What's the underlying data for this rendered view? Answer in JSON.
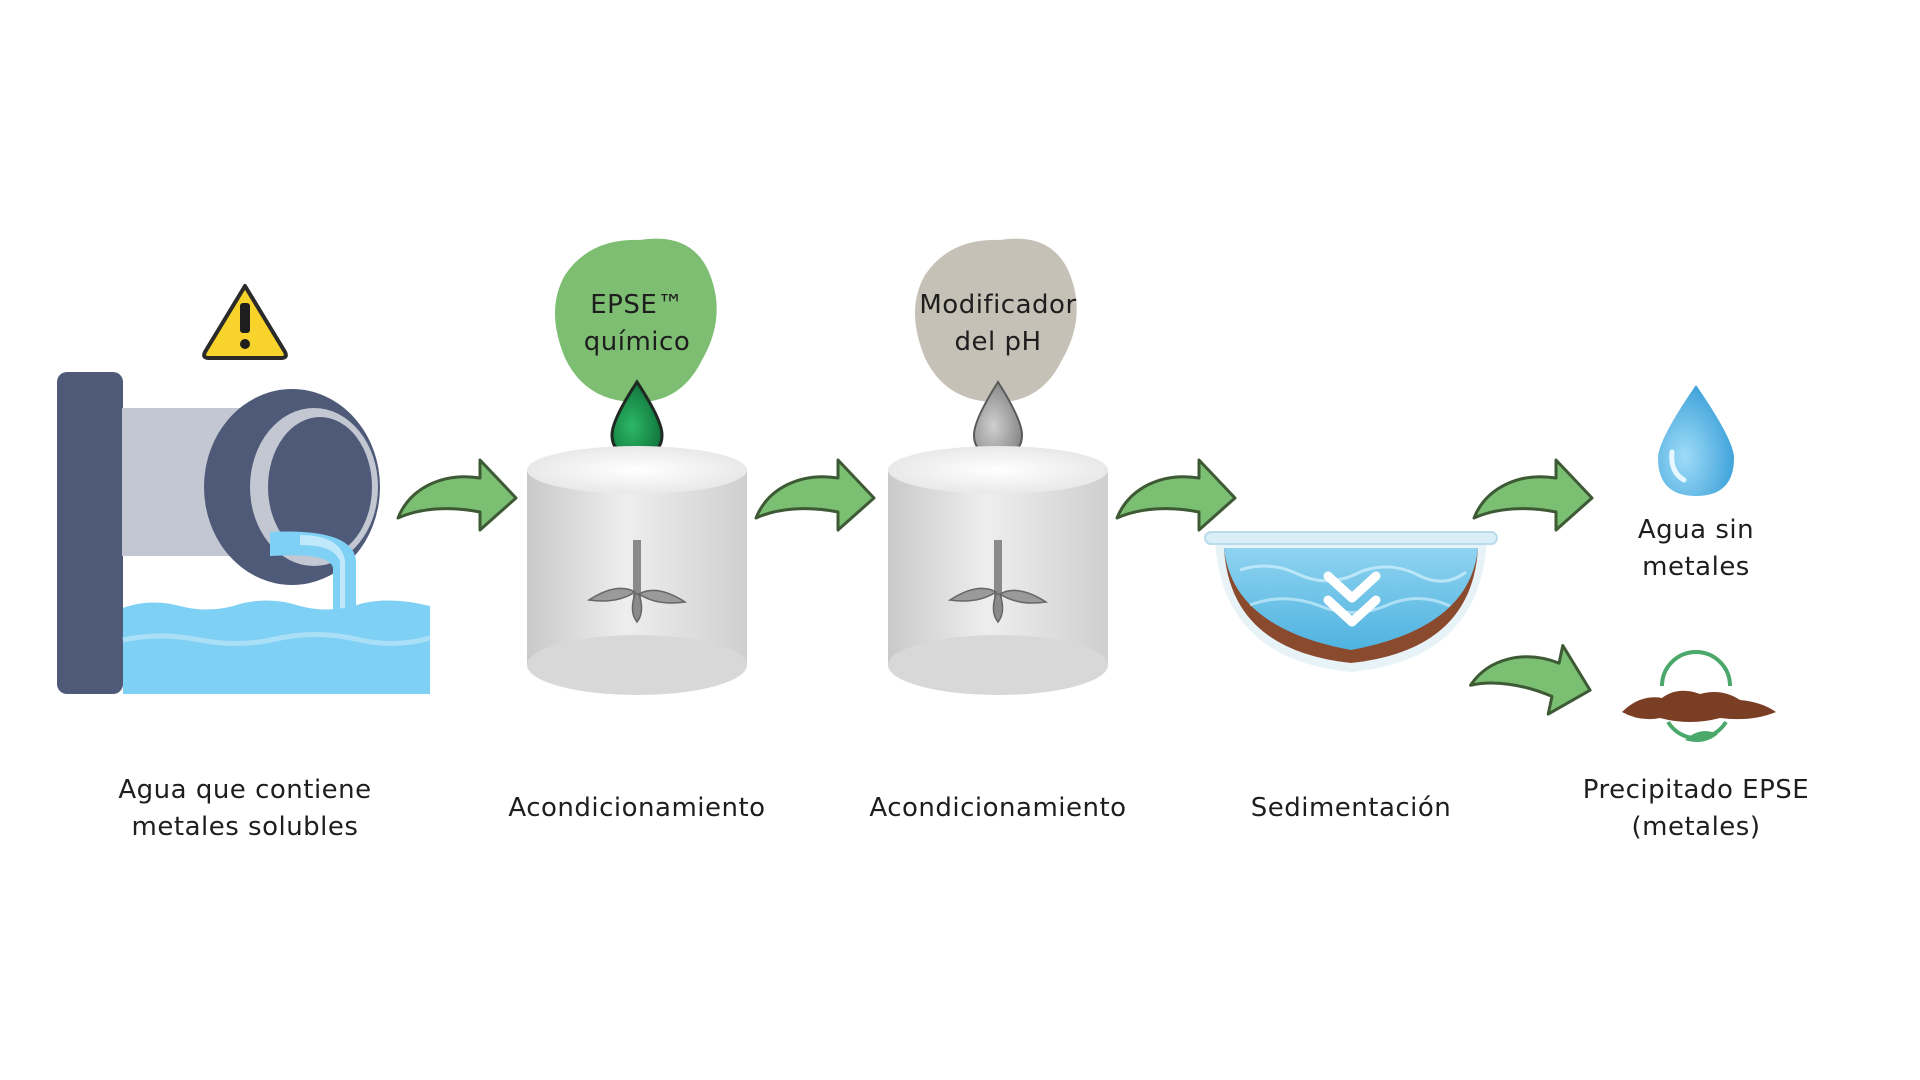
{
  "stages": {
    "input": {
      "line1": "Agua que contiene",
      "line2": "metales solubles"
    },
    "conditioning1": {
      "label": "Acondicionamiento",
      "reagent_line1": "EPSE™",
      "reagent_line2": "químico"
    },
    "conditioning2": {
      "label": "Acondicionamiento",
      "reagent_line1": "Modificador",
      "reagent_line2": "del pH"
    },
    "sedimentation": {
      "label": "Sedimentación"
    },
    "clean_water": {
      "line1": "Agua sin",
      "line2": "metales"
    },
    "precipitate": {
      "line1": "Precipitado EPSE",
      "line2": "(metales)"
    }
  },
  "colors": {
    "arrow_fill": "#7bbf73",
    "arrow_stroke": "#3d5a35",
    "epse_blob": "#7dbe72",
    "ph_blob": "#c5c1b6",
    "pipe_dark": "#4e5a78",
    "pipe_light": "#c2c7d2",
    "water": "#7fd0f5",
    "warning": "#f7d32b",
    "sediment": "#8a4a2e"
  },
  "icons": [
    "warning-icon",
    "pipe-icon",
    "water-drop-icon",
    "mixing-tank-icon",
    "impeller-icon",
    "sedimentation-bowl-icon",
    "sludge-icon",
    "arrow-right-icon"
  ]
}
